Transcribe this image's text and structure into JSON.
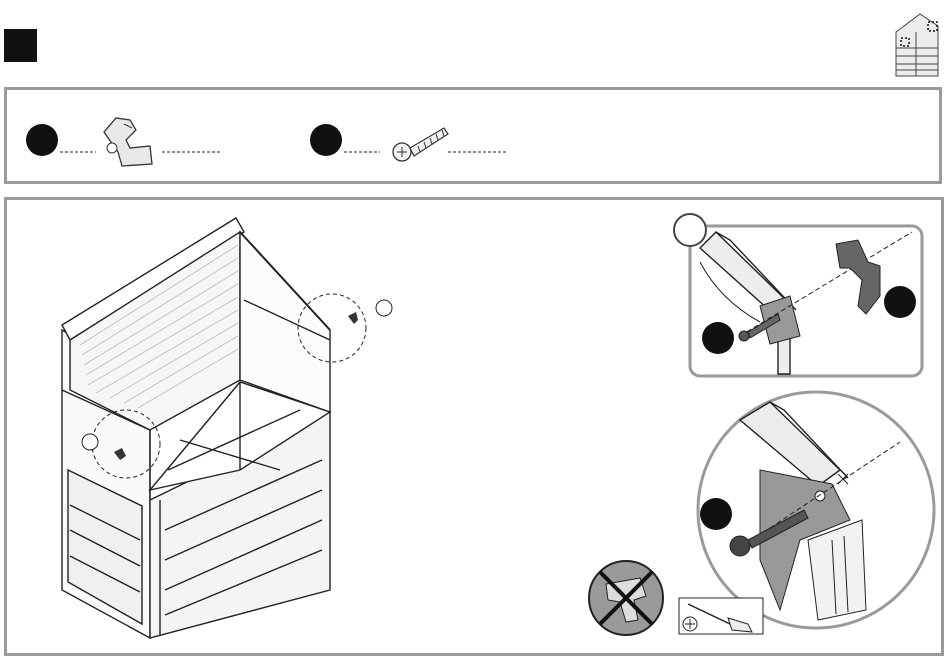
{
  "header": {
    "step_badge_color": "#111111",
    "thumbnail_icon": "assembled-shed-icon"
  },
  "parts": [
    {
      "id": "part-a",
      "badge_color": "#111111",
      "icon": "hinge-bracket-icon",
      "quantity": ""
    },
    {
      "id": "part-b",
      "badge_color": "#111111",
      "icon": "screw-icon",
      "quantity": ""
    }
  ],
  "main": {
    "detail_callouts": [
      "detail-circle-upper",
      "detail-circle-lower"
    ],
    "detail_zoom_upper": {
      "badge_label": ""
    },
    "detail_zoom_lower": {
      "badge_label": ""
    },
    "tools": [
      {
        "icon": "no-power-drill-icon",
        "allowed": false
      },
      {
        "icon": "phillips-screwdriver-icon",
        "allowed": true
      }
    ]
  },
  "colors": {
    "line": "#222222",
    "panel_border": "#9a9a9a",
    "gray_fill": "#d9d9d9",
    "dark_fill": "#5a5a5a"
  }
}
